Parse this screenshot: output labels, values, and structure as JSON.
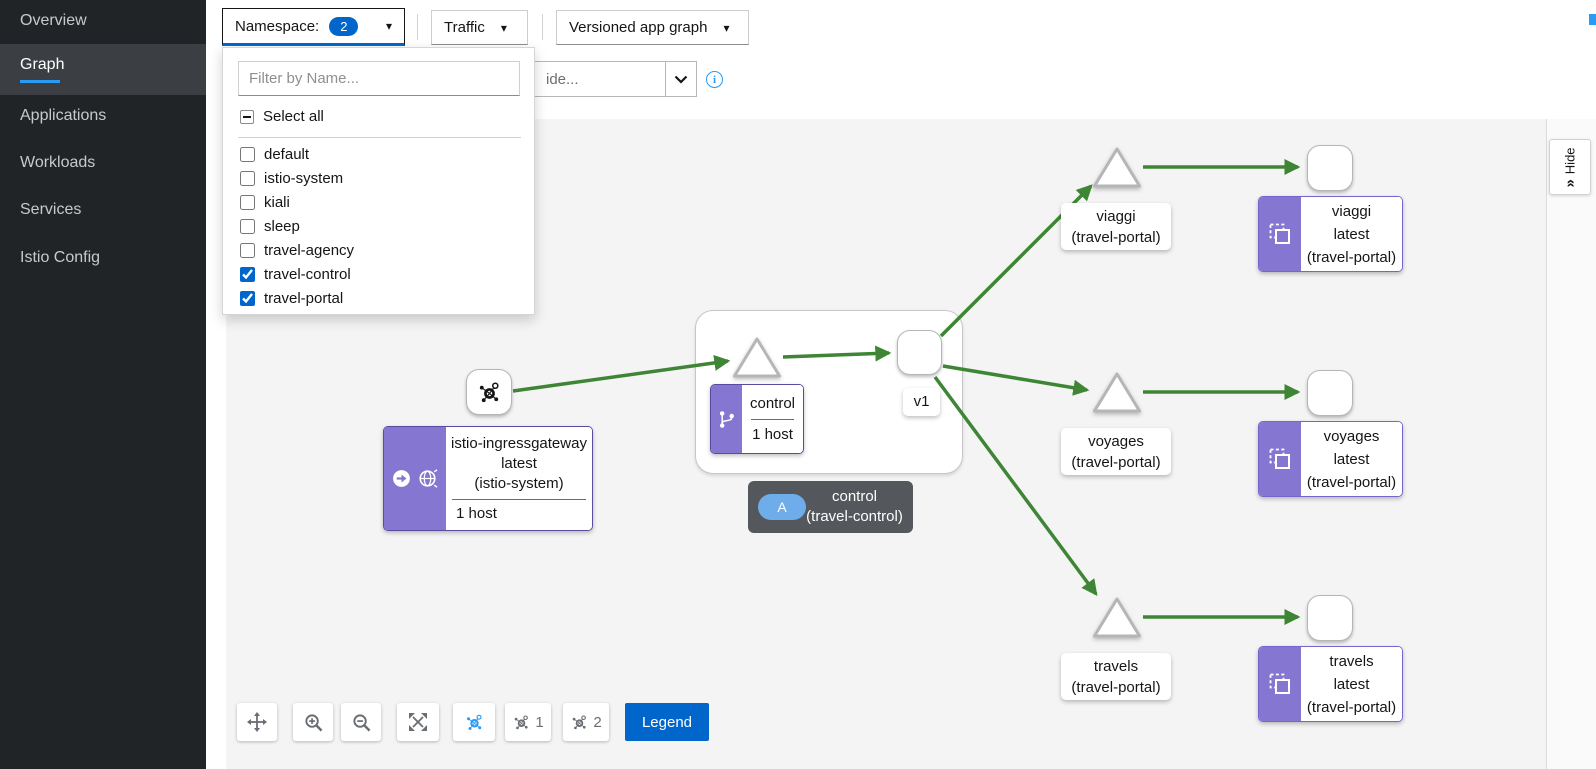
{
  "sidebar": {
    "items": [
      {
        "label": "Overview",
        "active": false
      },
      {
        "label": "Graph",
        "active": true
      },
      {
        "label": "Applications",
        "active": false
      },
      {
        "label": "Workloads",
        "active": false
      },
      {
        "label": "Services",
        "active": false
      },
      {
        "label": "Istio Config",
        "active": false
      }
    ]
  },
  "toolbar": {
    "namespace_label": "Namespace:",
    "namespace_count": "2",
    "traffic_label": "Traffic",
    "graph_type_label": "Versioned app graph",
    "hide_input_visible_text": "ide...",
    "caret": "▾"
  },
  "namespace_dropdown": {
    "filter_placeholder": "Filter by Name...",
    "select_all_label": "Select all",
    "items": [
      {
        "label": "default",
        "checked": false
      },
      {
        "label": "istio-system",
        "checked": false
      },
      {
        "label": "kiali",
        "checked": false
      },
      {
        "label": "sleep",
        "checked": false
      },
      {
        "label": "travel-agency",
        "checked": false
      },
      {
        "label": "travel-control",
        "checked": true
      },
      {
        "label": "travel-portal",
        "checked": true
      }
    ]
  },
  "graph": {
    "gateway_node": {
      "name": "istio-ingressgateway",
      "version": "latest",
      "namespace": "(istio-system)",
      "hosts": "1 host"
    },
    "control_service": {
      "name": "control",
      "hosts": "1 host"
    },
    "control_version_label": "v1",
    "group_label": {
      "badge": "A",
      "name": "control",
      "namespace": "(travel-control)"
    },
    "services": [
      {
        "name": "viaggi",
        "namespace": "(travel-portal)"
      },
      {
        "name": "voyages",
        "namespace": "(travel-portal)"
      },
      {
        "name": "travels",
        "namespace": "(travel-portal)"
      }
    ],
    "apps": [
      {
        "name": "viaggi",
        "version": "latest",
        "namespace": "(travel-portal)"
      },
      {
        "name": "voyages",
        "version": "latest",
        "namespace": "(travel-portal)"
      },
      {
        "name": "travels",
        "version": "latest",
        "namespace": "(travel-portal)"
      }
    ]
  },
  "bottom_toolbar": {
    "layout1_label": "1",
    "layout2_label": "2",
    "legend_label": "Legend"
  },
  "side_tab": {
    "label": "Hide",
    "chevron": "»"
  },
  "icons": {
    "info": "i"
  },
  "colors": {
    "accent_blue": "#0066cc",
    "active_blue": "#2b9af3",
    "edge_green": "#3e8635",
    "node_purple": "#8577d1",
    "sidebar_bg": "#212427"
  }
}
